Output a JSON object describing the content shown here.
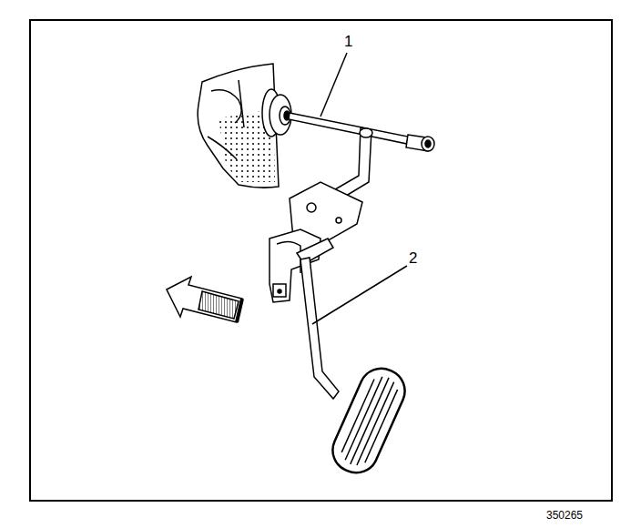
{
  "diagram": {
    "labels": [
      "1",
      "2",
      "350265"
    ]
  }
}
